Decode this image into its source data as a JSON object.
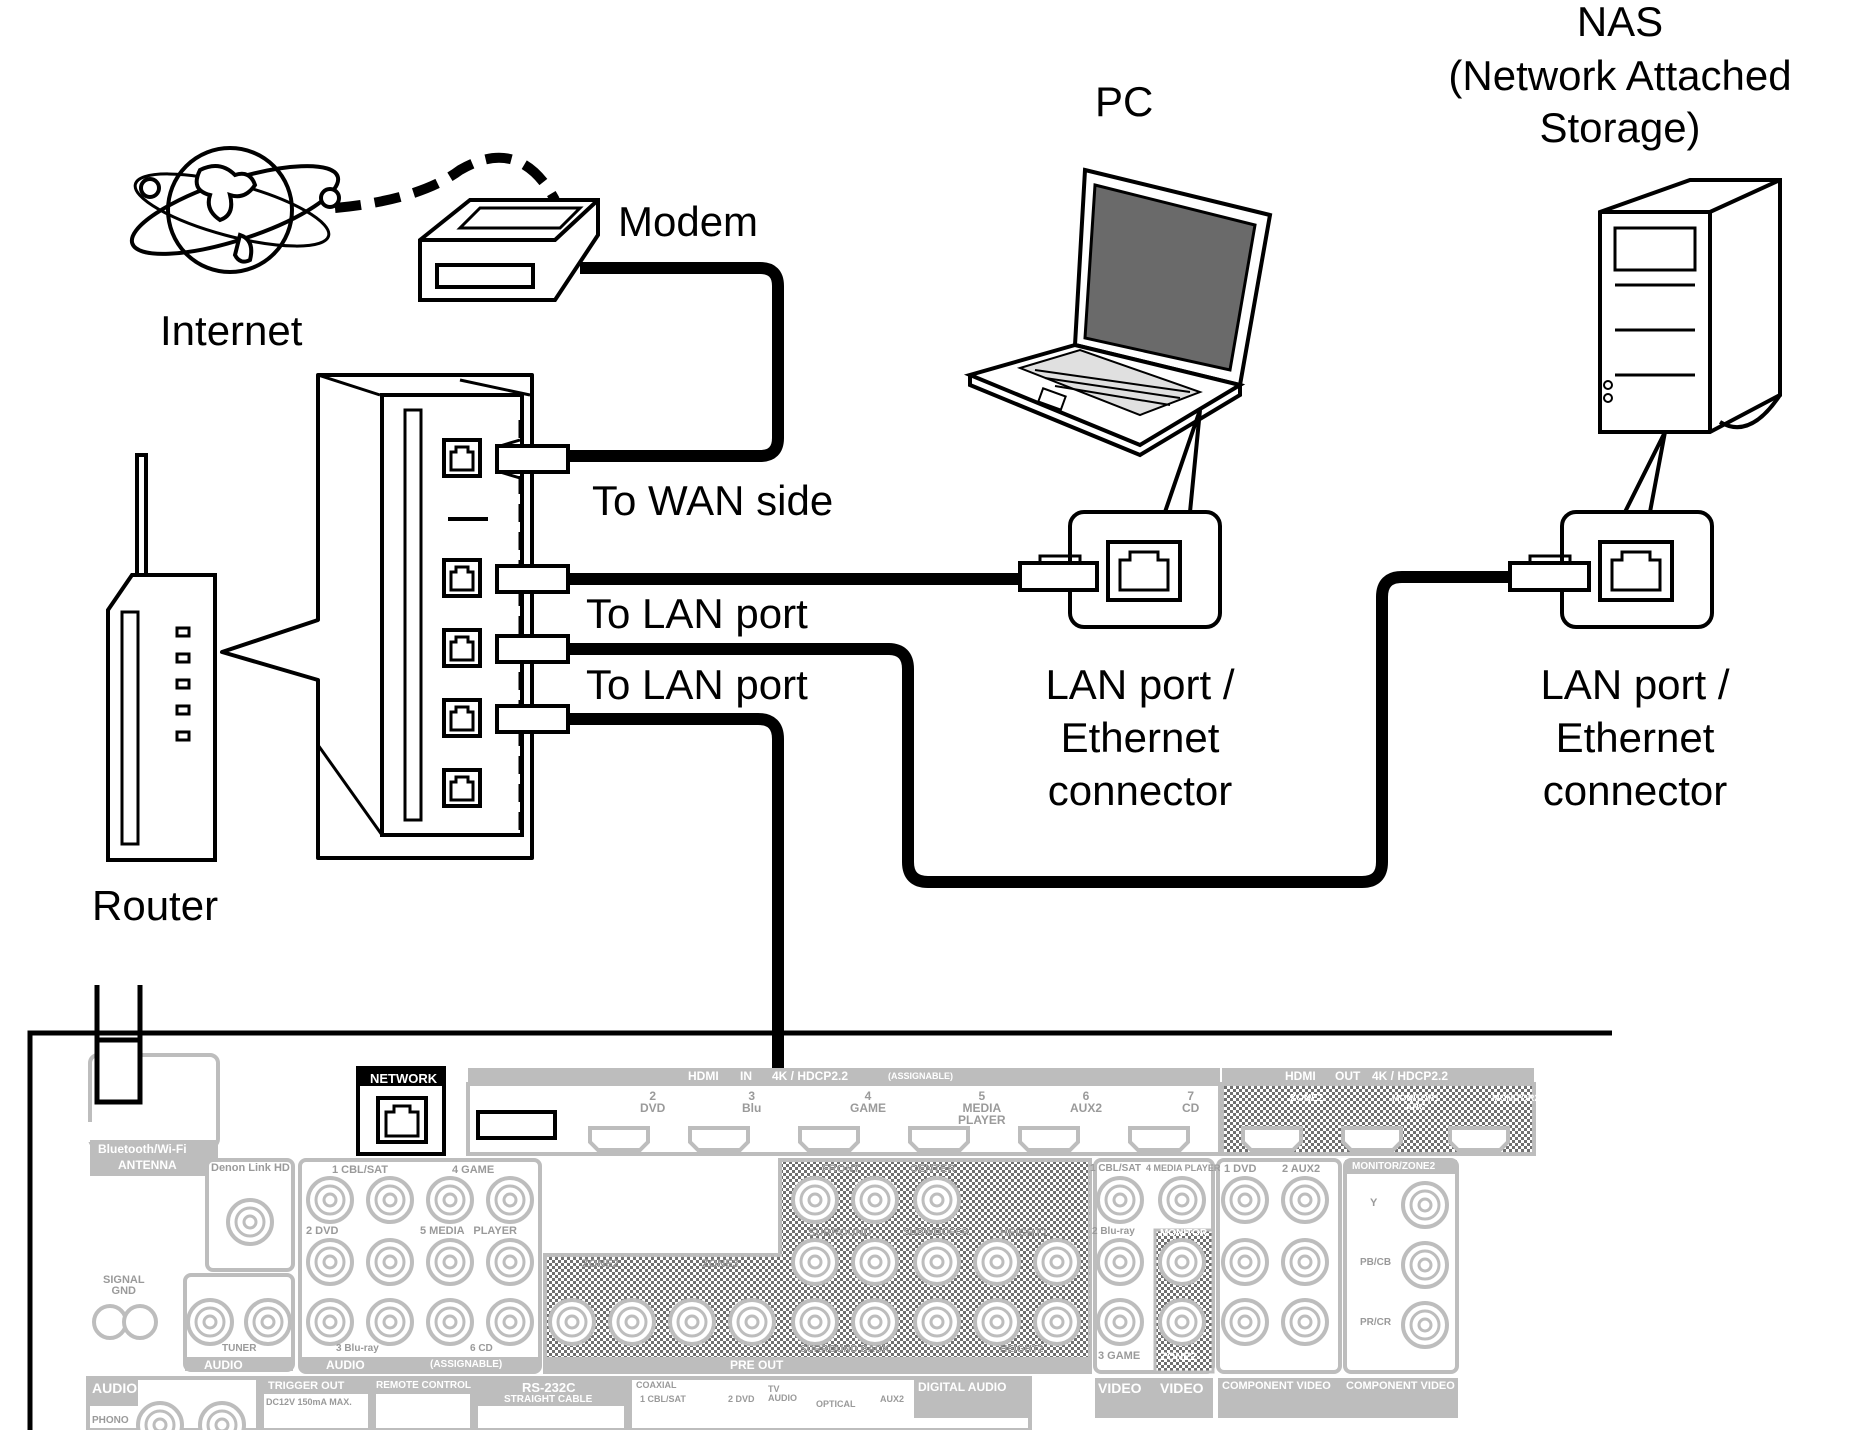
{
  "labels": {
    "internet": "Internet",
    "modem": "Modem",
    "pc": "PC",
    "nas_line1": "NAS",
    "nas_line2": "(Network Attached",
    "nas_line3": "Storage)",
    "router": "Router",
    "to_wan": "To WAN side",
    "to_lan_1": "To LAN port",
    "to_lan_2": "To LAN port",
    "pc_port_line1": "LAN port /",
    "pc_port_line2": "Ethernet",
    "pc_port_line3": "connector",
    "nas_port_line1": "LAN port /",
    "nas_port_line2": "Ethernet",
    "nas_port_line3": "connector"
  },
  "receiver": {
    "network": "NETWORK",
    "hdmi_in_header": "HDMI",
    "hdmi_in_tag": "IN",
    "hdmi_in_spec": "4K / HDCP2.2",
    "hdmi_in_assign": "(ASSIGNABLE)",
    "hdmi_out_header": "HDMI",
    "hdmi_out_tag": "OUT",
    "hdmi_out_spec": "4K / HDCP2.2",
    "hdmi_inputs": [
      "2\nDVD",
      "3\nBlu",
      "4\nGAME",
      "5\nMEDIA\nPLAYER",
      "6\nAUX2",
      "7\nCD"
    ],
    "hdmi_outputs": [
      "ZONE2",
      "MONITOR1\nARC",
      "MONITOR2"
    ],
    "bt_antenna_line1": "Bluetooth/Wi-Fi",
    "bt_antenna_line2": "ANTENNA",
    "denon_link": "Denon Link HD",
    "signal_gnd": "SIGNAL\nGND",
    "audio_in_row1": "1 CBL/SAT",
    "audio_in_row1b": "4 GAME",
    "audio_in_row2": "2 DVD",
    "audio_in_row2b": "5 MEDIA   PLAYER",
    "audio_in_row3": "3 Blu-ray",
    "audio_in_row3b": "6 CD",
    "tuner": "TUNER",
    "audio_in_label": "AUDIO",
    "assignable": "(ASSIGNABLE)",
    "front": "FRONT",
    "center": "CENTER",
    "surround": "SURROUND",
    "subwoofer": "SUBWOOFER",
    "height1": "HEIGHT1",
    "zone2": "ZONE2",
    "zone3": "ZONE3",
    "surround_back": "SURROUND BACK",
    "height2": "HEIGHT2",
    "pre_out": "PRE OUT",
    "video_col1": "1 CBL/SAT",
    "video_col2": "4 MEDIA PLAYER",
    "video_bluray": "2 Blu-ray",
    "video_game": "3 GAME",
    "monitor": "MONITOR",
    "video_zone2": "ZONE2",
    "video_in_label": "VIDEO",
    "video_out_label": "VIDEO",
    "comp_dvd": "1 DVD",
    "comp_aux2": "2 AUX2",
    "comp_monitor": "MONITOR/ZONE2",
    "comp_y": "Y",
    "comp_pb": "PB/CB",
    "comp_pr": "PR/CR",
    "comp_in_label": "COMPONENT VIDEO",
    "comp_out_label": "COMPONENT VIDEO",
    "audio_phono": "AUDIO",
    "phono": "PHONO",
    "trigger_out": "TRIGGER OUT",
    "trigger_spec": "DC12V 150mA MAX.",
    "remote_control": "REMOTE CONTROL",
    "rs232c": "RS-232C",
    "straight_cable": "STRAIGHT CABLE",
    "coaxial": "COAXIAL",
    "coax_cbl": "1 CBL/SAT",
    "coax_dvd": "2 DVD",
    "optical": "OPTICAL",
    "tv_audio": "TV\nAUDIO",
    "aux2": "AUX2",
    "digital_audio": "DIGITAL AUDIO"
  }
}
